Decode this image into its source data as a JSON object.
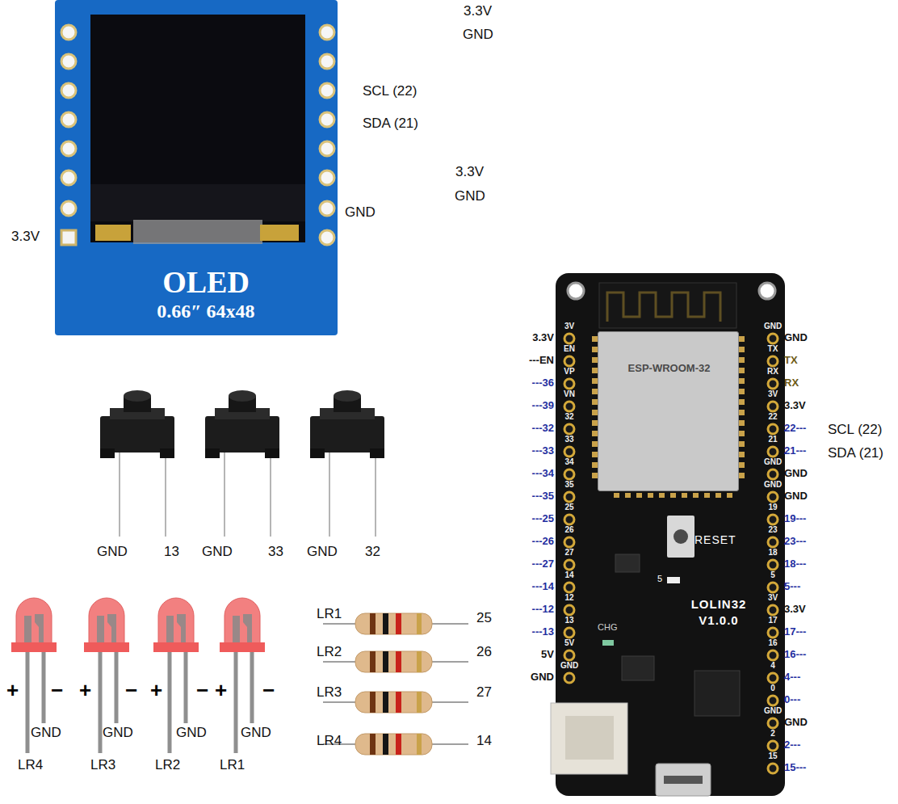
{
  "diagram": {
    "nodes": [
      {
        "text": [
          "OLED",
          "0.66″ 64x48"
        ]
      },
      {
        "text": [
          "LOLIN32 V1.0.0",
          "RESET",
          "CHG",
          "5",
          "3V",
          "EN",
          "VP",
          "VN",
          "32",
          "33",
          "34",
          "35",
          "25",
          "26",
          "27",
          "14",
          "12",
          "13",
          "5V",
          "GND",
          "GND",
          "TX",
          "RX",
          "3V",
          "22",
          "21",
          "GND",
          "GND",
          "19",
          "23",
          "18",
          "5",
          "3V",
          "17",
          "16",
          "4",
          "0",
          "GND",
          "2",
          "15"
        ]
      },
      {
        "text": [
          "ESP-WROOM-32"
        ],
        "in": 1
      }
    ],
    "labels": [
      "3.3V",
      "GND",
      "SCL (22)",
      "SDA (21)",
      "3.3V",
      "GND",
      "GND",
      "3.3V",
      "GND",
      "13",
      "GND",
      "33",
      "GND",
      "32",
      "+",
      "−",
      "+",
      "−",
      "+",
      "−",
      "+",
      "−",
      "GND",
      "GND",
      "GND",
      "GND",
      "LR4",
      "LR3",
      "LR2",
      "LR1",
      "LR1",
      "25",
      "LR2",
      "26",
      "LR3",
      "27",
      "LR4",
      "14",
      "3.3V",
      "---EN",
      "---36",
      "---39",
      "---32",
      "---33",
      "---34",
      "---35",
      "---25",
      "---26",
      "---27",
      "---14",
      "---12",
      "---13",
      "5V",
      "GND",
      "GND",
      "TX",
      "RX",
      "3.3V",
      "22---",
      "21---",
      "GND",
      "GND",
      "19---",
      "23---",
      "18---",
      "5---",
      "3.3V",
      "17---",
      "16---",
      "4---",
      "0---",
      "GND",
      "2---",
      "15---",
      "SCL (22)",
      "SDA (21)"
    ]
  }
}
